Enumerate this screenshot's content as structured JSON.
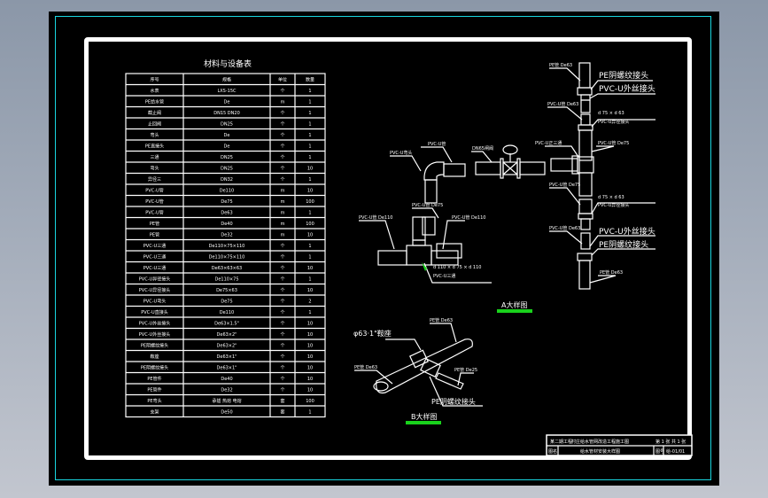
{
  "drawing": {
    "colors": {
      "frame_line": "#19d6e0",
      "border": "#ffffff",
      "background": "#000000",
      "highlight": "#19d21c"
    },
    "material_table": {
      "title": "材料与设备表",
      "headers": [
        "序号",
        "规格",
        "单位",
        "数量"
      ],
      "rows": [
        [
          "水表",
          "LXS-15C",
          "个",
          "1"
        ],
        [
          "PE给水管",
          "De",
          "m",
          "1"
        ],
        [
          "截止阀",
          "DN15 DN20",
          "个",
          "1"
        ],
        [
          "止回阀",
          "DN25",
          "个",
          "1"
        ],
        [
          "弯头",
          "De",
          "个",
          "1"
        ],
        [
          "PE直接头",
          "De",
          "个",
          "1"
        ],
        [
          "三通",
          "DN25",
          "个",
          "1"
        ],
        [
          "弯头",
          "DN25",
          "个",
          "10"
        ],
        [
          "异径三",
          "DN32",
          "个",
          "1"
        ],
        [
          "PVC-U管",
          "De110",
          "m",
          "10"
        ],
        [
          "PVC-U管",
          "De75",
          "m",
          "100"
        ],
        [
          "PVC-U管",
          "De63",
          "m",
          "1"
        ],
        [
          "PE管",
          "De40",
          "m",
          "100"
        ],
        [
          "PE管",
          "De32",
          "m",
          "10"
        ],
        [
          "PVC-U三通",
          "De110×75×110",
          "个",
          "1"
        ],
        [
          "PVC-U三通",
          "De110×75×110",
          "个",
          "1"
        ],
        [
          "PVC-U三通",
          "De63×63×63",
          "个",
          "10"
        ],
        [
          "PVC-U异径接头",
          "De110×75",
          "个",
          "1"
        ],
        [
          "PVC-U异径接头",
          "De75×63",
          "个",
          "10"
        ],
        [
          "PVC-U弯头",
          "De75",
          "个",
          "2"
        ],
        [
          "PVC-U直接头",
          "De110",
          "个",
          "1"
        ],
        [
          "PVC-U外丝接头",
          "De63×1.5\"",
          "个",
          "10"
        ],
        [
          "PVC-U外丝接头",
          "De63×2\"",
          "个",
          "10"
        ],
        [
          "PE阴螺纹接头",
          "De63×2\"",
          "个",
          "10"
        ],
        [
          "鞍座",
          "De63×1\"",
          "个",
          "10"
        ],
        [
          "PE阴螺纹接头",
          "De63×1\"",
          "个",
          "10"
        ],
        [
          "PE管件",
          "De40",
          "个",
          "10"
        ],
        [
          "PE管件",
          "De32",
          "个",
          "10"
        ],
        [
          "PE弯头",
          "承插 热熔 电熔",
          "套",
          "100"
        ],
        [
          "支架",
          "De50",
          "套",
          "1"
        ]
      ]
    },
    "labels": {
      "pe_female_thread_top": "PE阴螺纹接头",
      "pvc_male_thread_top": "PVC-U外丝接头",
      "reducer_top_size": "d 75 × d 63",
      "reducer_top": "PVC-U异径接头",
      "pe_pipe_top": "PE管 De63",
      "pvc_pipe_63_top": "PVC-U管 De63",
      "pvc_tee_right": "PVC-U正三通",
      "pvc_pipe_75_right": "PVC-U管 De75",
      "pvc_pipe_75_mid": "PVC-U管 De75",
      "reducer_bottom_size": "d 75 × d 63",
      "reducer_bottom": "PVC-U异径接头",
      "pvc_pipe_63_bottom": "PVC-U管 De63",
      "pvc_male_thread_bottom": "PVC-U外丝接头",
      "pe_female_thread_bottom": "PE阴螺纹接头",
      "pe_pipe_bottom": "PE管 De63",
      "elbow_label": "PVC-U弯头",
      "pipe_label_elbow": "PVC-U管",
      "valve_label": "DN65闸阀",
      "pipe_tee_top": "PVC-U管 De75",
      "pipe_tee_left": "PVC-U管 De110",
      "pipe_tee_right": "PVC-U管 De110",
      "tee_size": "d 110 × d 75 × d 110",
      "tee_name": "PVC-U三通",
      "detail_a": "A大样图",
      "saddle": "φ63·1\"鞍座",
      "pe_pipe_saddle_top": "PE管 De63",
      "pe_pipe_saddle_left": "PE管 De63",
      "pe_pipe_saddle_right": "PE管 De25",
      "pe_female_thread_saddle": "PE阴螺纹接头",
      "detail_b": "B大样图"
    },
    "title_block": {
      "row1": [
        "某二期工程",
        "村庄给水管网改造工程施工图",
        "第 1 张 共 1 张"
      ],
      "row2": [
        "图名",
        "给水管材安装大样图",
        "图号",
        "给-01/01"
      ]
    }
  }
}
